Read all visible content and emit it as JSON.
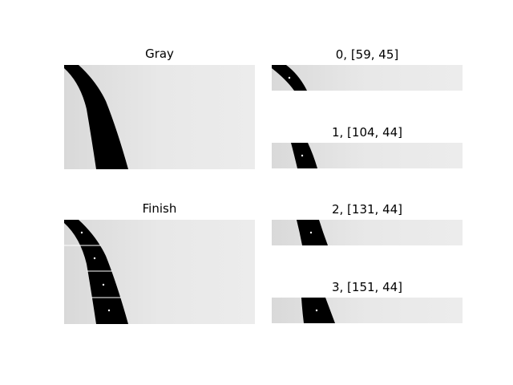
{
  "figure": {
    "panels": [
      {
        "id": "gray",
        "title": "Gray"
      },
      {
        "id": "finish",
        "title": "Finish"
      },
      {
        "id": "slice0",
        "title": "0, [59, 45]"
      },
      {
        "id": "slice1",
        "title": "1, [104, 44]"
      },
      {
        "id": "slice2",
        "title": "2, [131, 44]"
      },
      {
        "id": "slice3",
        "title": "3, [151, 44]"
      }
    ]
  },
  "colors": {
    "background": "#ffffff",
    "image_light": "#e6e6e6",
    "line": "#000000",
    "marker": "#ffffff"
  }
}
